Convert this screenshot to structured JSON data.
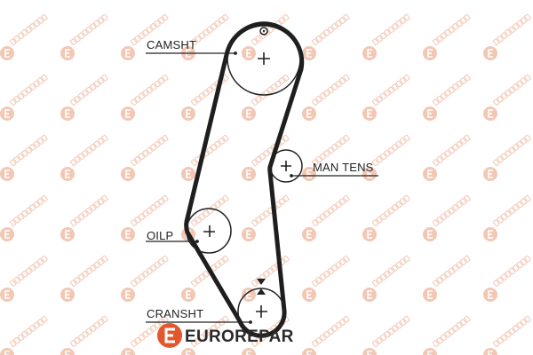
{
  "watermark": {
    "text": "EUROREPAR",
    "color": "#f2c7b4"
  },
  "labels": {
    "camshaft": "CAMSHT",
    "manual_tensioner": "MAN TENS",
    "oil_pump": "OILP",
    "crankshaft": "CRANSHT"
  },
  "logo": {
    "text": "EUROREPAR",
    "color": "#e4572e"
  },
  "belt_color": "#1e1e1e"
}
